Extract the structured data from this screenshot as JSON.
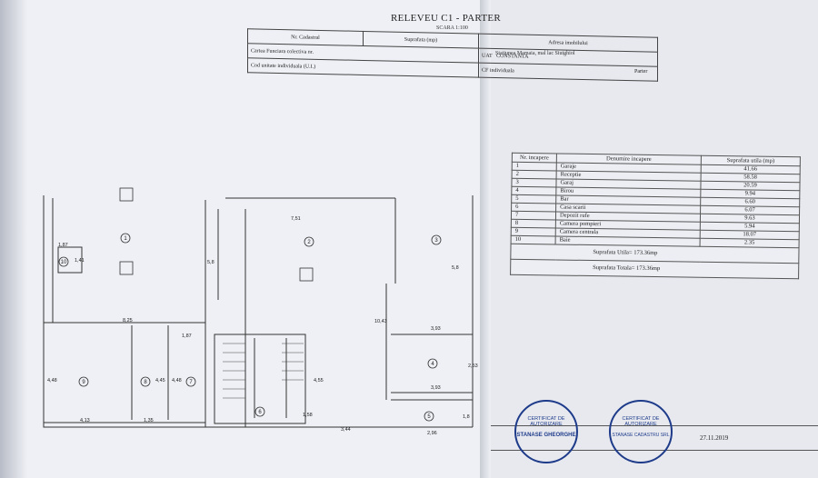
{
  "document": {
    "title": "RELEVEU C1 - PARTER",
    "scale": "SCARA 1:100",
    "date": "27.11.2019"
  },
  "header": {
    "nr_cadastral": "Nr. Cadastral",
    "suprafata": "Suprafata (mp)",
    "adresa": "Adresa imobilului",
    "adresa_value": "Statiunea Mamaia, mal lac Siutghiol",
    "carte_funciara": "Cartea Funciara colectiva nr.",
    "uat": "UAT",
    "uat_value": "CONSTANTA",
    "parter": "Parter",
    "cod_unitate": "Cod unitate individuala (U.I.)",
    "cf_individuala": "CF individuala"
  },
  "rooms_table": {
    "headers": [
      "Nr. incapere",
      "Denumire incapere",
      "Suprafata utila (mp)"
    ],
    "rows": [
      [
        "1",
        "Garaje",
        "41.66"
      ],
      [
        "2",
        "Receptie",
        "58.58"
      ],
      [
        "3",
        "Garaj",
        "20.59"
      ],
      [
        "4",
        "Birou",
        "9.94"
      ],
      [
        "5",
        "Bar",
        "6.60"
      ],
      [
        "6",
        "Casa scarii",
        "6.07"
      ],
      [
        "7",
        "Depozit rufe",
        "9.63"
      ],
      [
        "8",
        "Camera pompieri",
        "5.94"
      ],
      [
        "9",
        "Camera centrala",
        "18.07"
      ],
      [
        "10",
        "Baie",
        "2.35"
      ]
    ],
    "suprafata_utila": "Suprafata Utila= 173.36mp",
    "suprafata_totala": "Suprafata Totala= 173.36mp"
  },
  "floor_plan": {
    "room_numbers": [
      "1",
      "2",
      "3",
      "4",
      "5",
      "6",
      "7",
      "8",
      "9",
      "10"
    ],
    "dimensions": [
      "7,51",
      "5,8",
      "5,8",
      "8,25",
      "1,87",
      "1,87",
      "1,41",
      "10,43",
      "3,93",
      "3,93",
      "2,53",
      "4,48",
      "4,45",
      "4,48",
      "4,55",
      "4,13",
      "1,35",
      "3,44",
      "2,96",
      "1,8",
      "1,58"
    ]
  },
  "seals": {
    "seal1": "CERTIFICAT DE AUTORIZARE",
    "seal1_name": "STANASE GHEORGHE",
    "seal2": "CERTIFICAT DE AUTORIZARE",
    "seal2_company": "STANASE CADASTRU SRL"
  }
}
